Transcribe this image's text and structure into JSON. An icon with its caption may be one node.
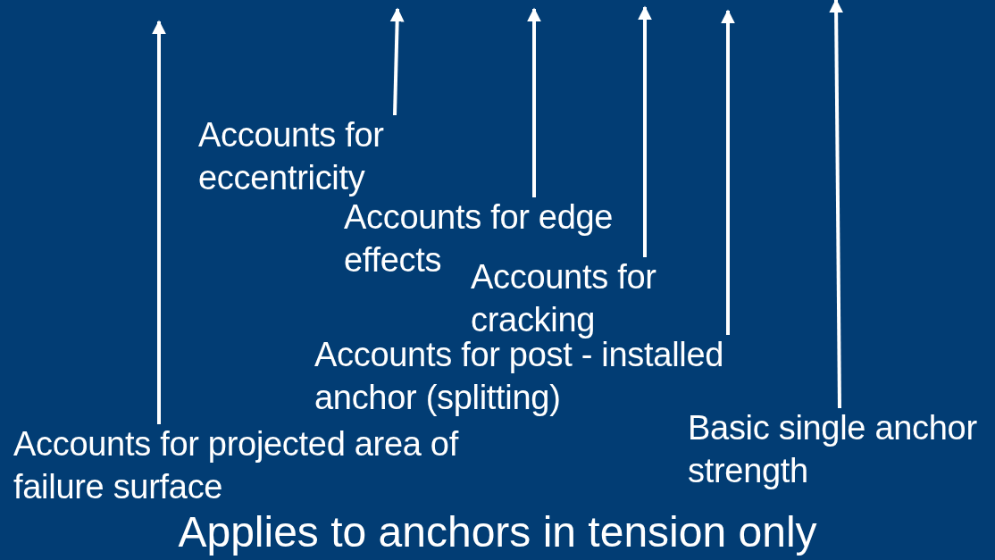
{
  "diagram": {
    "caption": "Applies to anchors in tension only",
    "nodes": [
      {
        "text": [
          "Accounts for eccentricity"
        ]
      },
      {
        "text": [
          "Accounts for edge effects"
        ]
      },
      {
        "text": [
          "Accounts for cracking"
        ]
      },
      {
        "text": [
          "Accounts for post - installed anchor (splitting)"
        ]
      },
      {
        "text": [
          "Basic single anchor strength"
        ]
      },
      {
        "text": [
          "Accounts for projected area of failure surface"
        ]
      }
    ],
    "edges": [
      {
        "from": 5,
        "to": null,
        "arrow": "to"
      },
      {
        "from": 0,
        "to": null,
        "arrow": "to"
      },
      {
        "from": 1,
        "to": null,
        "arrow": "to"
      },
      {
        "from": 2,
        "to": null,
        "arrow": "to"
      },
      {
        "from": 3,
        "to": null,
        "arrow": "to"
      },
      {
        "from": 4,
        "to": null,
        "arrow": "to"
      }
    ]
  }
}
